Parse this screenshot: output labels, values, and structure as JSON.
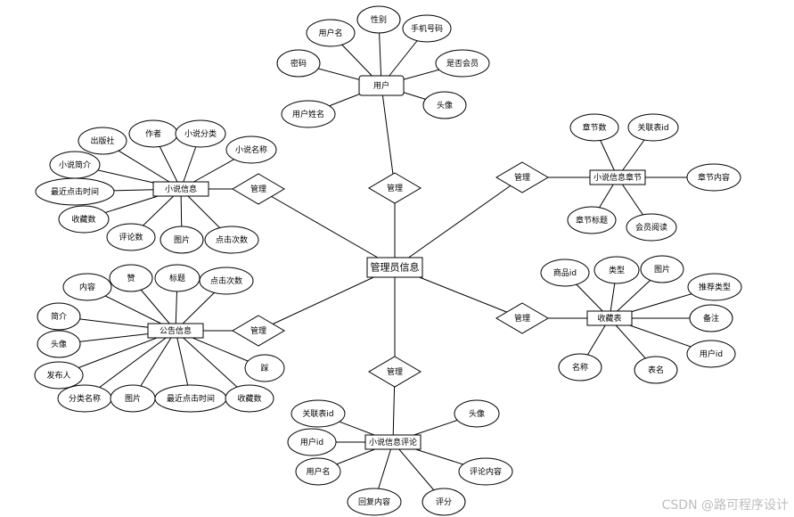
{
  "watermark": "CSDN @路可程序设计",
  "center": "管理员信息",
  "diamond_label": "管理",
  "entities": {
    "user": {
      "name": "用户",
      "attributes": [
        "用户名",
        "性别",
        "手机号码",
        "密码",
        "是否会员",
        "用户姓名",
        "头像"
      ]
    },
    "novel": {
      "name": "小说信息",
      "attributes": [
        "出版社",
        "作者",
        "小说分类",
        "小说名称",
        "小说简介",
        "最近点击时间",
        "收藏数",
        "评论数",
        "图片",
        "点击次数"
      ]
    },
    "chapter": {
      "name": "小说信息章节",
      "attributes": [
        "章节数",
        "关联表id",
        "章节内容",
        "章节标题",
        "会员阅读"
      ]
    },
    "notice": {
      "name": "公告信息",
      "attributes": [
        "内容",
        "赞",
        "标题",
        "点击次数",
        "简介",
        "头像",
        "发布人",
        "分类名称",
        "图片",
        "最近点击时间",
        "收藏数",
        "踩"
      ]
    },
    "favorite": {
      "name": "收藏表",
      "attributes": [
        "商品id",
        "类型",
        "图片",
        "推荐类型",
        "备注",
        "用户id",
        "名称",
        "表名"
      ]
    },
    "comment": {
      "name": "小说信息评论",
      "attributes": [
        "关联表id",
        "头像",
        "用户id",
        "用户名",
        "评论内容",
        "回复内容",
        "评分"
      ]
    }
  }
}
